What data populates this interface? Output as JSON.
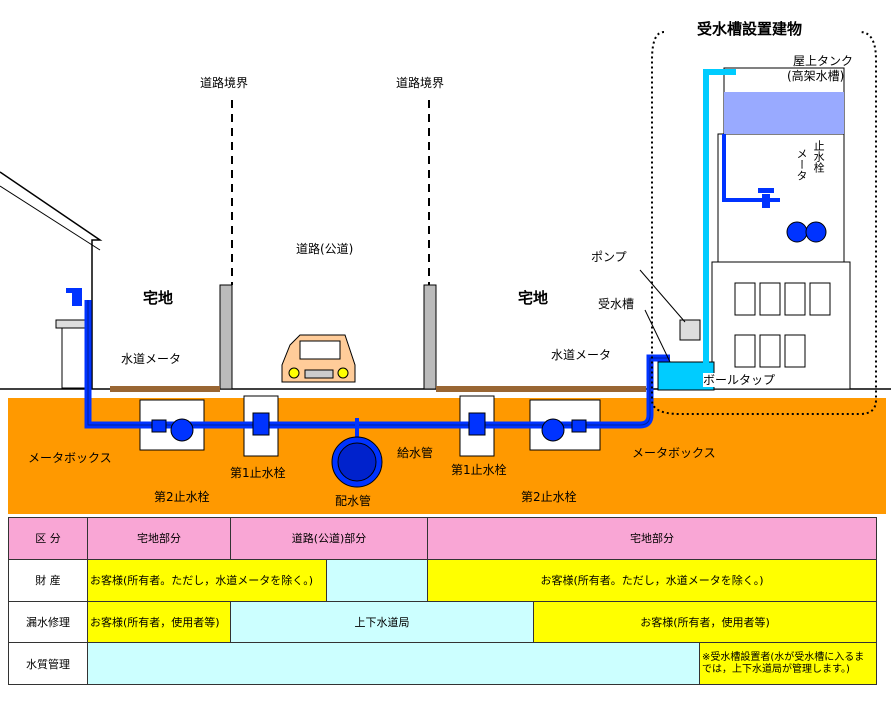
{
  "diagram": {
    "title": "受水槽設置建物",
    "road_boundary_left": "道路境界",
    "road_boundary_right": "道路境界",
    "road": "道路(公道)",
    "residential_left": "宅地",
    "residential_right": "宅地",
    "water_meter_left": "水道メータ",
    "water_meter_right": "水道メータ",
    "meter_box_left": "メータボックス",
    "meter_box_right": "メータボックス",
    "first_stopcock_left": "第1止水栓",
    "first_stopcock_right": "第1止水栓",
    "second_stopcock_left": "第2止水栓",
    "second_stopcock_right": "第2止水栓",
    "supply_pipe": "給水管",
    "distribution_main": "配水管",
    "pump": "ポンプ",
    "receiving_tank": "受水槽",
    "ball_tap": "ボールタップ",
    "rooftop_tank": "屋上タンク",
    "elevated_tank": "(高架水槽)",
    "meter_vertical": "メータ",
    "stopcock_vertical": "止水栓"
  },
  "table": {
    "header": {
      "label": "区 分",
      "col1": "宅地部分",
      "col2": "道路(公道)部分",
      "col3": "宅地部分"
    },
    "property": {
      "label": "財 産",
      "left": "お客様(所有者。ただし，水道メータを除く。)",
      "right": "お客様(所有者。ただし，水道メータを除く。)"
    },
    "leak_repair": {
      "label": "漏水修理",
      "left": "お客様(所有者，使用者等)",
      "center": "上下水道局",
      "right": "お客様(所有者，使用者等)"
    },
    "water_quality": {
      "label": "水質管理",
      "note": "※受水槽設置者(水が受水槽に入るまでは，上下水道局が管理します。)"
    }
  },
  "colors": {
    "ground": "#ff9900",
    "pipe": "#0033ff",
    "tank_water": "#00ccff",
    "pink": "#f9a6d5",
    "yellow": "#ffff00",
    "cyan": "#ccffff"
  }
}
